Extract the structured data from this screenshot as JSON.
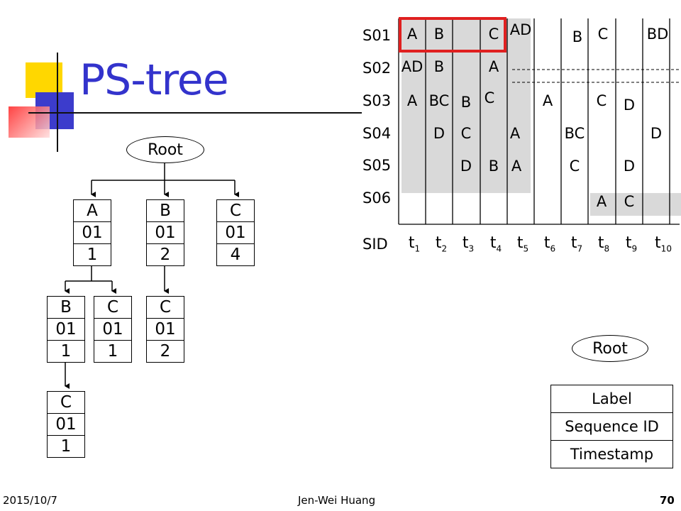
{
  "title": "PS-tree",
  "tree": {
    "root_label": "Root",
    "nodes": [
      {
        "id": "n-a",
        "label": "A",
        "seq": "01",
        "ts": "1"
      },
      {
        "id": "n-b",
        "label": "B",
        "seq": "01",
        "ts": "2"
      },
      {
        "id": "n-c",
        "label": "C",
        "seq": "01",
        "ts": "4"
      },
      {
        "id": "n-ab",
        "label": "B",
        "seq": "01",
        "ts": "1"
      },
      {
        "id": "n-ac",
        "label": "C",
        "seq": "01",
        "ts": "1"
      },
      {
        "id": "n-bc",
        "label": "C",
        "seq": "01",
        "ts": "2"
      },
      {
        "id": "n-abc",
        "label": "C",
        "seq": "01",
        "ts": "1"
      }
    ]
  },
  "legend": {
    "root_label": "Root",
    "label": "Label",
    "sequence_id": "Sequence ID",
    "timestamp": "Timestamp"
  },
  "table": {
    "sid_header": "SID",
    "sequences": [
      "S01",
      "S02",
      "S03",
      "S04",
      "S05",
      "S06"
    ],
    "time_labels": [
      {
        "base": "t",
        "sub": "1"
      },
      {
        "base": "t",
        "sub": "2"
      },
      {
        "base": "t",
        "sub": "3"
      },
      {
        "base": "t",
        "sub": "4"
      },
      {
        "base": "t",
        "sub": "5"
      },
      {
        "base": "t",
        "sub": "6"
      },
      {
        "base": "t",
        "sub": "7"
      },
      {
        "base": "t",
        "sub": "8"
      },
      {
        "base": "t",
        "sub": "9"
      },
      {
        "base": "t",
        "sub": "10"
      }
    ],
    "cells": [
      {
        "seq": "S01",
        "t": 1,
        "text": "A"
      },
      {
        "seq": "S01",
        "t": 2,
        "text": "B"
      },
      {
        "seq": "S01",
        "t": 4,
        "text": "C"
      },
      {
        "seq": "S01",
        "t": 5,
        "text": "AD"
      },
      {
        "seq": "S01",
        "t": 7,
        "text": "B"
      },
      {
        "seq": "S01",
        "t": 8,
        "text": "C"
      },
      {
        "seq": "S01",
        "t": 10,
        "text": "BD"
      },
      {
        "seq": "S02",
        "t": 1,
        "text": "AD"
      },
      {
        "seq": "S02",
        "t": 2,
        "text": "B"
      },
      {
        "seq": "S02",
        "t": 4,
        "text": "A"
      },
      {
        "seq": "S03",
        "t": 1,
        "text": "A"
      },
      {
        "seq": "S03",
        "t": 2,
        "text": "BC"
      },
      {
        "seq": "S03",
        "t": 3,
        "text": "B"
      },
      {
        "seq": "S03",
        "t": 4,
        "text": "C"
      },
      {
        "seq": "S03",
        "t": 6,
        "text": "A"
      },
      {
        "seq": "S03",
        "t": 8,
        "text": "C"
      },
      {
        "seq": "S03",
        "t": 9,
        "text": "D"
      },
      {
        "seq": "S04",
        "t": 2,
        "text": "D"
      },
      {
        "seq": "S04",
        "t": 3,
        "text": "C"
      },
      {
        "seq": "S04",
        "t": 5,
        "text": "A"
      },
      {
        "seq": "S04",
        "t": 7,
        "text": "BC"
      },
      {
        "seq": "S04",
        "t": 10,
        "text": "D"
      },
      {
        "seq": "S05",
        "t": 3,
        "text": "D"
      },
      {
        "seq": "S05",
        "t": 4,
        "text": "B"
      },
      {
        "seq": "S05",
        "t": 5,
        "text": "A"
      },
      {
        "seq": "S05",
        "t": 7,
        "text": "C"
      },
      {
        "seq": "S05",
        "t": 9,
        "text": "D"
      },
      {
        "seq": "S06",
        "t": 8,
        "text": "A"
      },
      {
        "seq": "S06",
        "t": 9,
        "text": "C"
      }
    ]
  },
  "footer": {
    "date": "2015/10/7",
    "author": "Jen-Wei Huang",
    "page": "70"
  },
  "colors": {
    "title": "#3333cc",
    "highlight_box": "#e02020",
    "shade": "#d9d9d9",
    "deco_yellow": "#ffcc00",
    "deco_blue": "#3333cc",
    "deco_red": "#ff4444"
  }
}
